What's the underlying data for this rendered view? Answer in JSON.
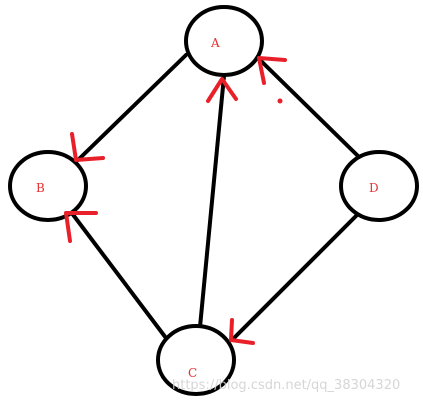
{
  "nodes": [
    {
      "id": "A",
      "label": "A"
    },
    {
      "id": "B",
      "label": "B"
    },
    {
      "id": "C",
      "label": "C"
    },
    {
      "id": "D",
      "label": "D"
    }
  ],
  "edges": [
    {
      "from": "A",
      "to": "B"
    },
    {
      "from": "C",
      "to": "A"
    },
    {
      "from": "C",
      "to": "B"
    },
    {
      "from": "D",
      "to": "A"
    },
    {
      "from": "D",
      "to": "C"
    }
  ],
  "watermark": "https://blog.csdn.net/qq_38304320",
  "colors": {
    "stroke": "#000000",
    "arrow": "#e8202a",
    "label": "#e53030",
    "watermark": "#d2d2d2"
  }
}
